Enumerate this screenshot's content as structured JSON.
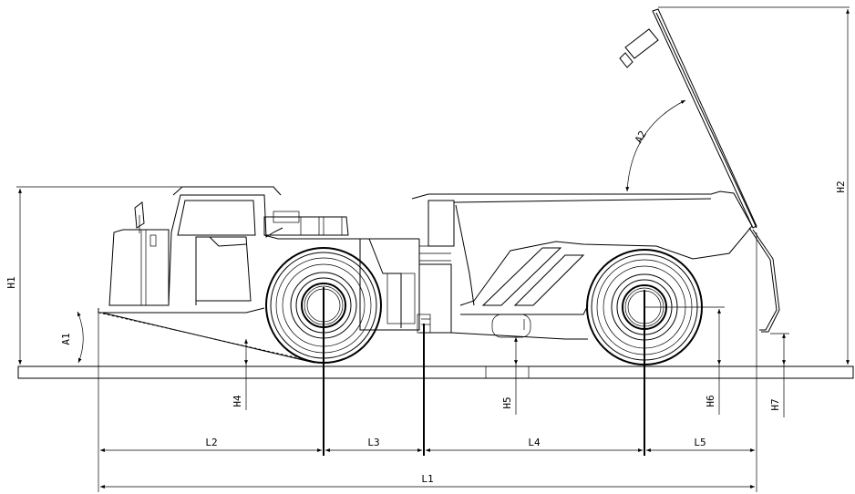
{
  "labels": {
    "H1": "H1",
    "H2": "H2",
    "H4": "H4",
    "H5": "H5",
    "H6": "H6",
    "H7": "H7",
    "A1": "A1",
    "A2": "A2",
    "L1": "L1",
    "L2": "L2",
    "L3": "L3",
    "L4": "L4",
    "L5": "L5"
  }
}
